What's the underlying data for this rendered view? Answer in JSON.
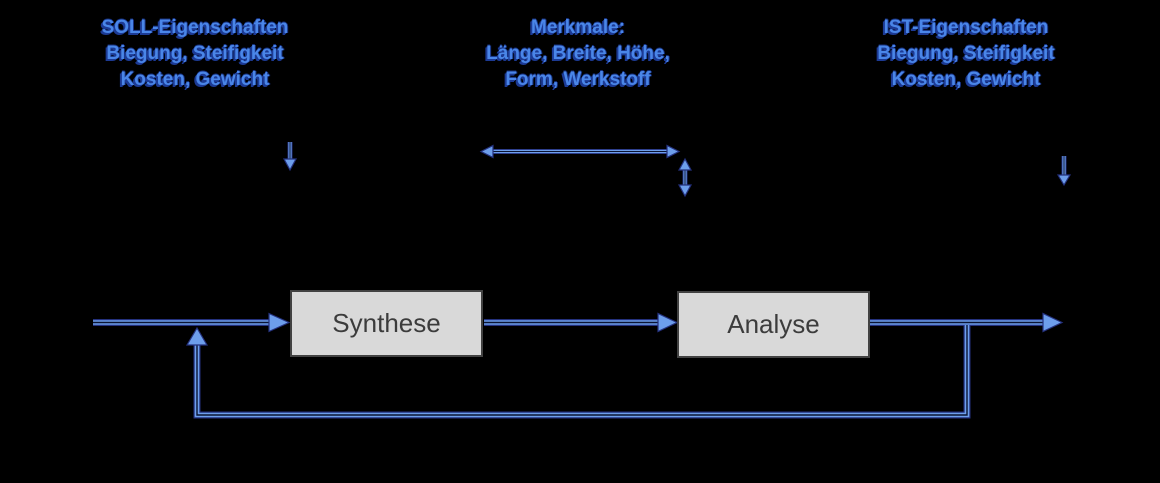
{
  "colors": {
    "background": "#000000",
    "annotation_text": "#4a86e8",
    "annotation_shadow": "#1c3a94",
    "arrow_light": "#6d9eeb",
    "arrow_dark": "#24317e",
    "arrow_core": "#0a1433",
    "box_fill": "#d9d9d9",
    "box_border": "#424242",
    "box_text": "#3c3c3c"
  },
  "annotations": {
    "soll": {
      "lines": [
        "SOLL-Eigenschaften",
        "Biegung, Steifigkeit",
        "Kosten, Gewicht"
      ]
    },
    "merkmale": {
      "lines": [
        "Merkmale:",
        "Länge, Breite, Höhe,",
        "Form, Werkstoff"
      ]
    },
    "ist": {
      "lines": [
        "IST-Eigenschaften",
        "Biegung, Steifigkeit",
        "Kosten, Gewicht"
      ]
    }
  },
  "boxes": {
    "synthese": {
      "label": "Synthese"
    },
    "analyse": {
      "label": "Analyse"
    }
  }
}
